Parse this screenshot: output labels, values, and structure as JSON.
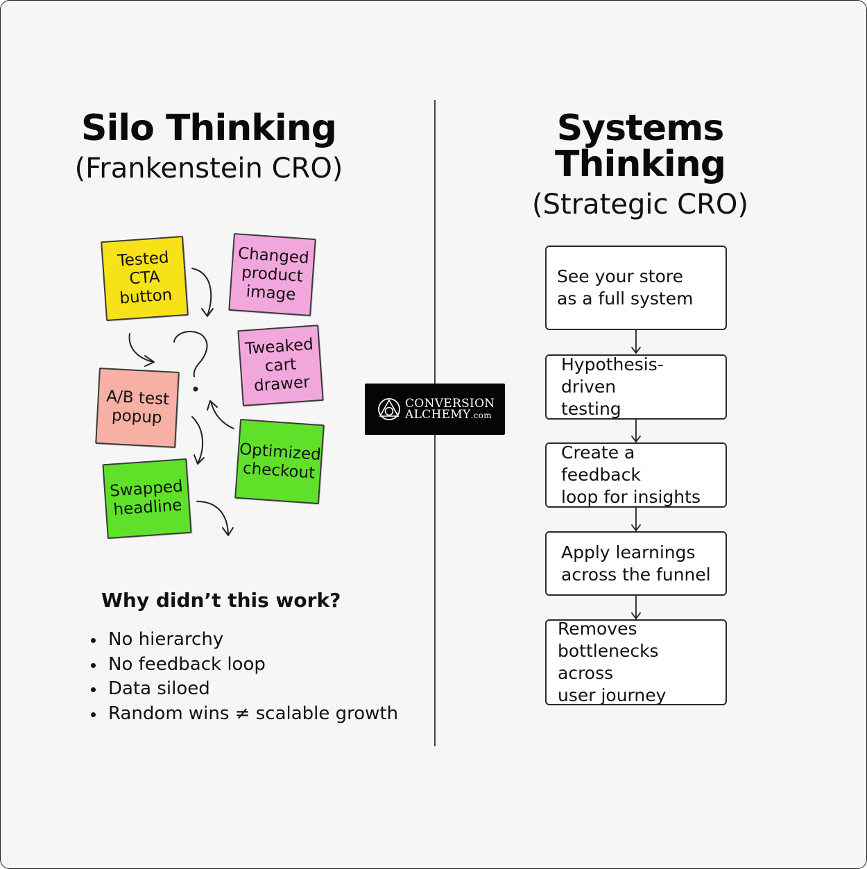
{
  "left": {
    "title": "Silo Thinking",
    "subtitle": "(Frankenstein CRO)",
    "notes": [
      {
        "id": "tested-cta",
        "text": "Tested\nCTA\nbutton",
        "color": "#f7e21a"
      },
      {
        "id": "changed-product",
        "text": "Changed\nproduct\nimage",
        "color": "#f2a7dc"
      },
      {
        "id": "tweaked-cart",
        "text": "Tweaked\ncart\ndrawer",
        "color": "#f2a7dc"
      },
      {
        "id": "ab-test",
        "text": "A/B test\npopup",
        "color": "#f6b0a4"
      },
      {
        "id": "optimized-checkout",
        "text": "Optimized\ncheckout",
        "color": "#5fe12a"
      },
      {
        "id": "swapped-headline",
        "text": "Swapped\nheadline",
        "color": "#5fe12a"
      }
    ],
    "question": "Why didn’t this work?",
    "bullets": [
      "No hierarchy",
      "No feedback loop",
      "Data siloed",
      "Random wins ≠ scalable growth"
    ]
  },
  "right": {
    "title": "Systems Thinking",
    "subtitle": "(Strategic CRO)",
    "steps": [
      "See your store\nas a full system",
      "Hypothesis-driven\ntesting",
      "Create a feedback\nloop for insights",
      "Apply learnings\nacross the funnel",
      "Removes\nbottlenecks across\nuser journey"
    ]
  },
  "logo": {
    "line1": "CONVERSION",
    "line2": "ALCHEMY",
    "suffix": ".com"
  }
}
